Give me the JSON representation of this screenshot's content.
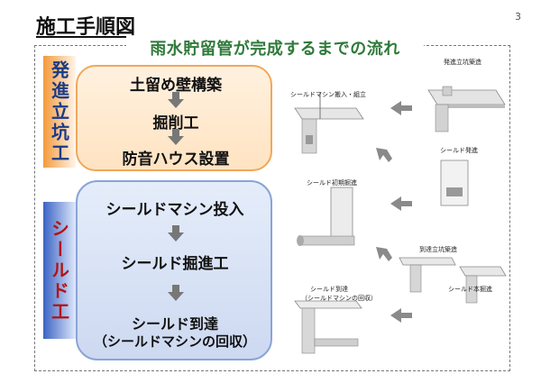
{
  "header": {
    "title": "施工手順図",
    "page_number": "3"
  },
  "subtitle": "雨水貯留管が完成するまでの流れ",
  "phases": [
    {
      "label": "発進立坑工"
    },
    {
      "label": "シールド工"
    }
  ],
  "steps": [
    "土留め壁構築",
    "掘削工",
    "防音ハウス設置",
    "シールドマシン投入",
    "シールド掘進工",
    "シールド到達",
    "（シールドマシンの回収）"
  ],
  "illustrations": {
    "i1": "発進立坑築造",
    "i2": "シールドマシン搬入・組立",
    "i3": "シールド発進",
    "i4": "シールド初期掘進",
    "i5": "到達立坑築造",
    "i6": "シールド本掘進",
    "i7a": "シールド到達",
    "i7b": "（シールドマシンの回収）"
  },
  "colors": {
    "title_green": "#2f7a3a",
    "phase1": "#f39a3b",
    "phase2": "#3b63c4"
  }
}
